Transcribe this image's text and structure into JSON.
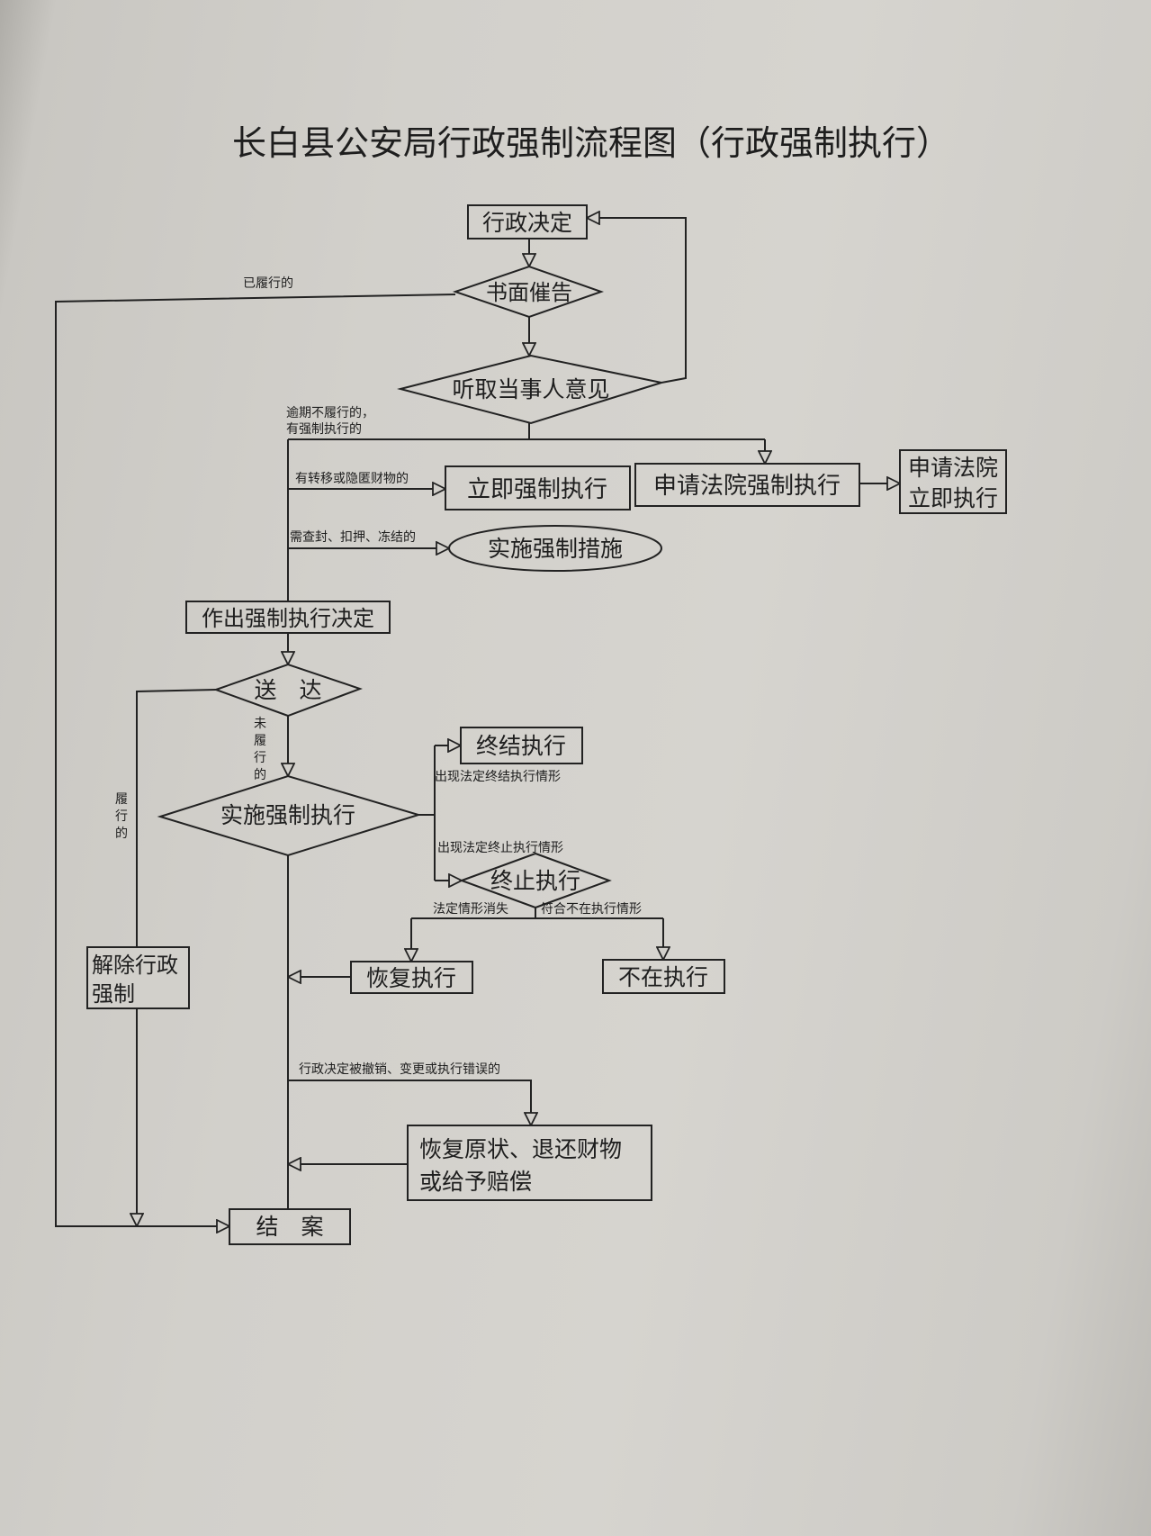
{
  "title": "长白县公安局行政强制流程图（行政强制执行）",
  "nodes": {
    "decision": "行政决定",
    "written_notice": "书面催告",
    "hear_opinion": "听取当事人意见",
    "immediate_enforce": "立即强制执行",
    "apply_court": "申请法院强制执行",
    "apply_court_immediate_1": "申请法院",
    "apply_court_immediate_2": "立即执行",
    "enforce_measures": "实施强制措施",
    "make_decision": "作出强制执行决定",
    "deliver": "送　达",
    "execute": "实施强制执行",
    "terminate_final": "终结执行",
    "suspend": "终止执行",
    "resume": "恢复执行",
    "no_longer": "不在执行",
    "release_1": "解除行政",
    "release_2": "强制",
    "restore_1": "恢复原状、退还财物",
    "restore_2": "或给予赔偿",
    "close": "结　案"
  },
  "labels": {
    "fulfilled": "已履行的",
    "overdue_1": "逾期不履行的，",
    "overdue_2": "有强制执行的",
    "transfer_hide": "有转移或隐匿财物的",
    "seal_seize": "需查封、扣押、冻结的",
    "not_fulfilled": [
      "未",
      "履",
      "行",
      "的"
    ],
    "fulfilled_v": [
      "履",
      "行",
      "的"
    ],
    "final_case": "出现法定终结执行情形",
    "suspend_case": "出现法定终止执行情形",
    "case_gone": "法定情形消失",
    "meets_no_exec": "符合不在执行情形",
    "revoked": "行政决定被撤销、变更或执行错误的"
  }
}
